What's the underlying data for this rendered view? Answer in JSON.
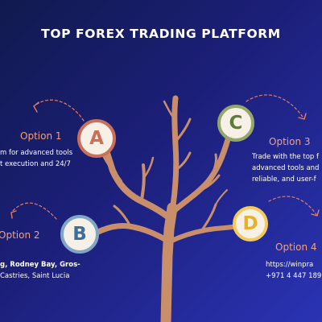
{
  "title": "TOP FOREX TRADING PLATFORM",
  "colors": {
    "background_start": "#111a4f",
    "background_end": "#2a33b4",
    "trunk": "#c98e6a",
    "option_label": "#f3a17e",
    "circle_fill": "#f7f0e6",
    "arrow": "#e27d63"
  },
  "nodes": {
    "a": {
      "letter": "A",
      "ring_color": "#c9705a",
      "text_color": "#c9705a"
    },
    "b": {
      "letter": "B",
      "ring_color": "#80a5c6",
      "text_color": "#3f6e99"
    },
    "c": {
      "letter": "C",
      "ring_color": "#93a868",
      "text_color": "#5e7d38"
    },
    "d": {
      "letter": "D",
      "ring_color": "#f1cc5a",
      "text_color": "#e5b129"
    }
  },
  "options": {
    "option1": {
      "label": "Option 1",
      "lines": [
        "m for advanced tools",
        "t execution and 24/7"
      ]
    },
    "option2": {
      "label": "Option 2",
      "lines": [
        "g, Rodney Bay, Gros-",
        " Castries, Saint Lucia"
      ]
    },
    "option3": {
      "label": "Option 3",
      "lines": [
        "Trade with the top f",
        "advanced tools and",
        "reliable, and user-f"
      ]
    },
    "option4": {
      "label": "Option 4",
      "lines": [
        "https://winpra",
        "+971 4 447 189"
      ]
    }
  }
}
